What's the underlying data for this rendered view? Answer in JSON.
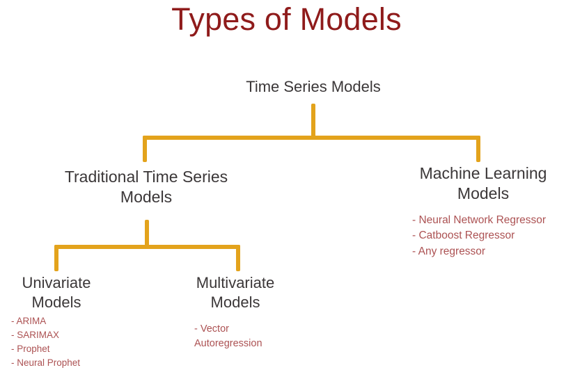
{
  "slide": {
    "title": "Types of Models",
    "title_color": "#8F1B1B",
    "background_color": "#FFFFFF",
    "connector_color": "#E3A31C",
    "node_text_color": "#3B3738",
    "list_text_color": "#AC5253"
  },
  "tree": {
    "root": {
      "label": "Time Series Models"
    },
    "level1": {
      "traditional": {
        "label": "Traditional Time Series\nModels"
      },
      "machine_learning": {
        "label": "Machine Learning\nModels",
        "items": "- Neural Network Regressor\n- Catboost Regressor\n- Any regressor"
      }
    },
    "level2": {
      "univariate": {
        "label": "Univariate\nModels",
        "items": "- ARIMA\n- SARIMAX\n- Prophet\n- Neural Prophet"
      },
      "multivariate": {
        "label": "Multivariate\nModels",
        "items": "- Vector\nAutoregression"
      }
    }
  }
}
